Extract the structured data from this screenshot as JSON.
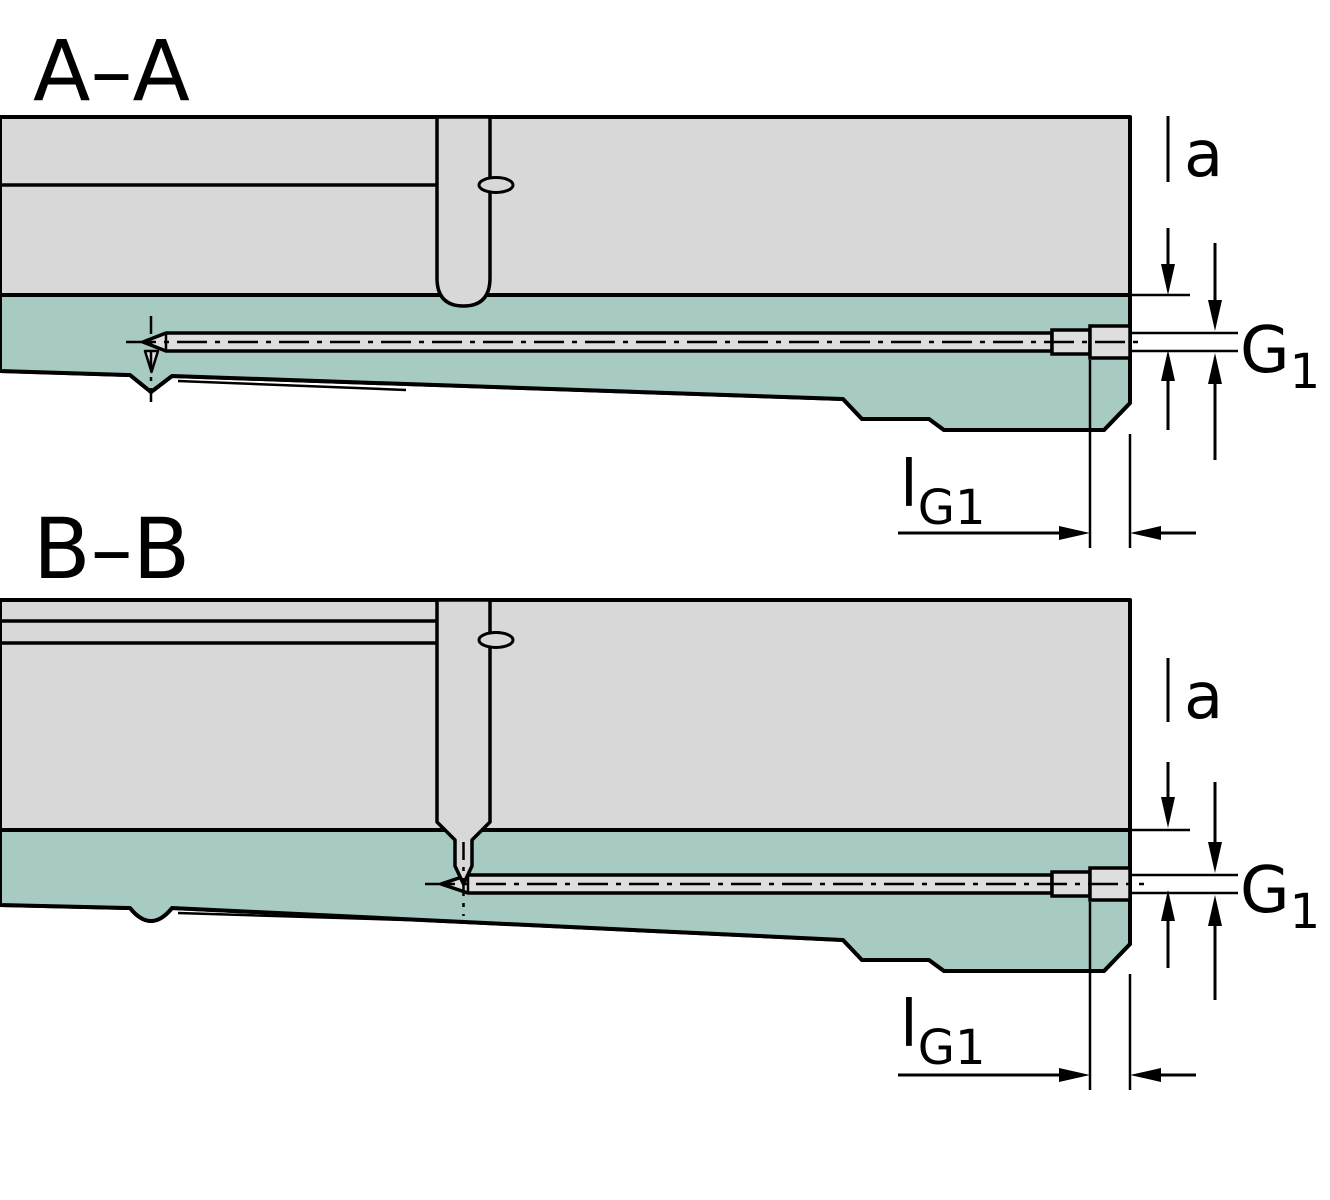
{
  "drawing": {
    "type": "technical-section-views"
  },
  "colors": {
    "body": "#d8d8d8",
    "insert": "#a7cbc3",
    "bore": "#dedede",
    "outline": "#000000",
    "background": "#ffffff"
  },
  "sections": {
    "a": {
      "label": "A–A",
      "dim_a": "a",
      "dim_g_base": "G",
      "dim_g_sub": "1",
      "dim_l_base": "l",
      "dim_l_sub": "G1"
    },
    "b": {
      "label": "B–B",
      "dim_a": "a",
      "dim_g_base": "G",
      "dim_g_sub": "1",
      "dim_l_base": "l",
      "dim_l_sub": "G1"
    }
  }
}
